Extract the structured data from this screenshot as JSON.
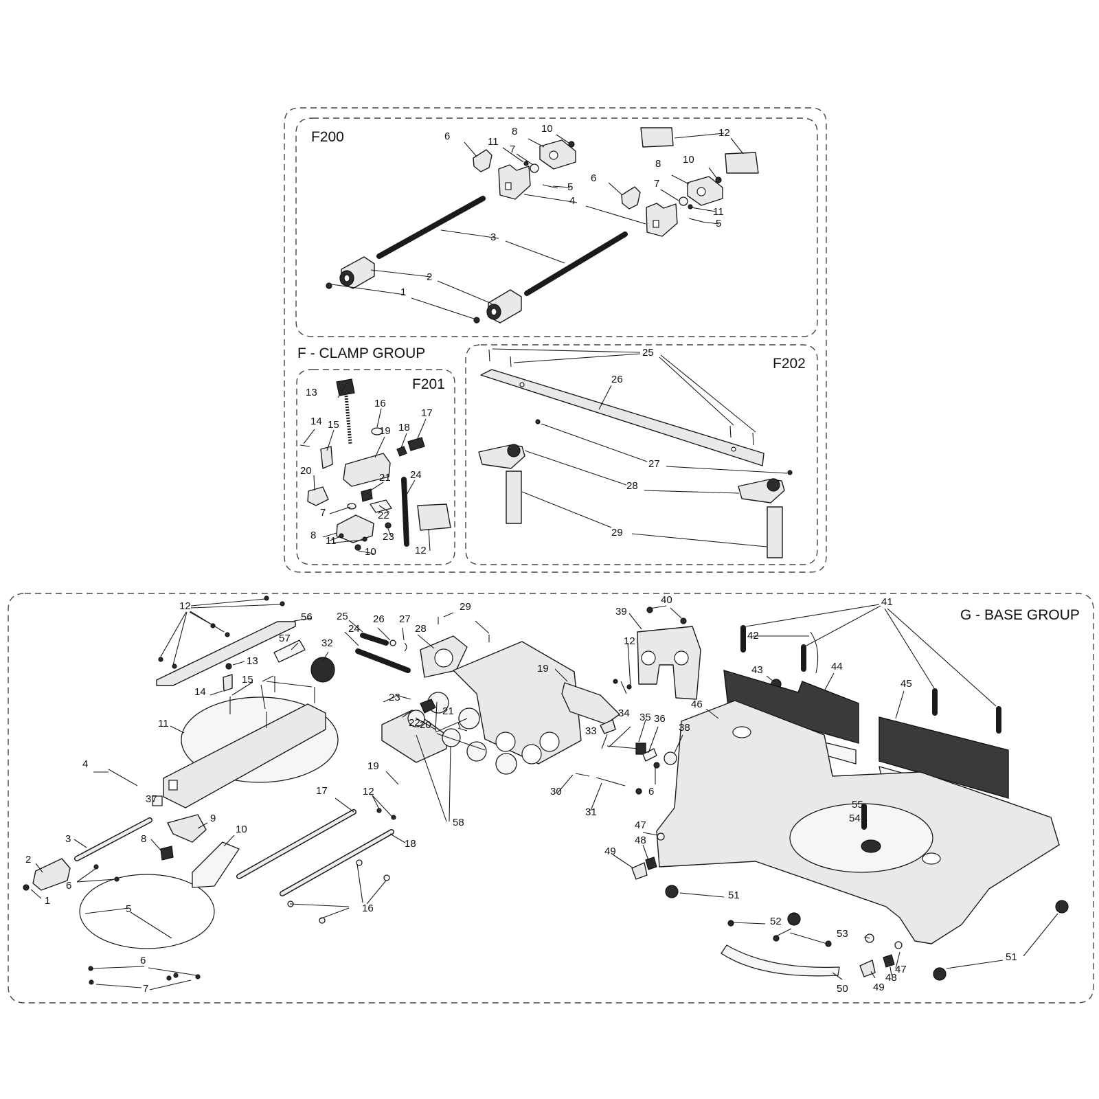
{
  "titles": {
    "f200": "F200",
    "clamp_group": "F - CLAMP GROUP",
    "f201": "F201",
    "f202": "F202",
    "base_group": "G - BASE GROUP"
  },
  "callouts": {
    "f200": [
      "1",
      "2",
      "3",
      "4",
      "5",
      "5",
      "6",
      "6",
      "7",
      "7",
      "8",
      "8",
      "10",
      "10",
      "11",
      "11",
      "12"
    ],
    "f201": [
      "7",
      "8",
      "10",
      "11",
      "12",
      "13",
      "14",
      "15",
      "16",
      "17",
      "18",
      "19",
      "20",
      "21",
      "22",
      "23",
      "24"
    ],
    "f202": [
      "25",
      "26",
      "27",
      "28",
      "29"
    ],
    "base": [
      "1",
      "2",
      "3",
      "4",
      "5",
      "6",
      "6",
      "7",
      "8",
      "9",
      "10",
      "11",
      "12",
      "12",
      "13",
      "14",
      "15",
      "16",
      "17",
      "18",
      "19",
      "19",
      "20",
      "21",
      "22",
      "23",
      "24",
      "25",
      "26",
      "27",
      "28",
      "29",
      "30",
      "31",
      "32",
      "33",
      "34",
      "35",
      "36",
      "37",
      "38",
      "39",
      "40",
      "41",
      "42",
      "43",
      "44",
      "45",
      "46",
      "47",
      "47",
      "48",
      "48",
      "49",
      "49",
      "50",
      "51",
      "51",
      "52",
      "53",
      "54",
      "55",
      "56",
      "57",
      "58",
      "6",
      "12"
    ]
  }
}
